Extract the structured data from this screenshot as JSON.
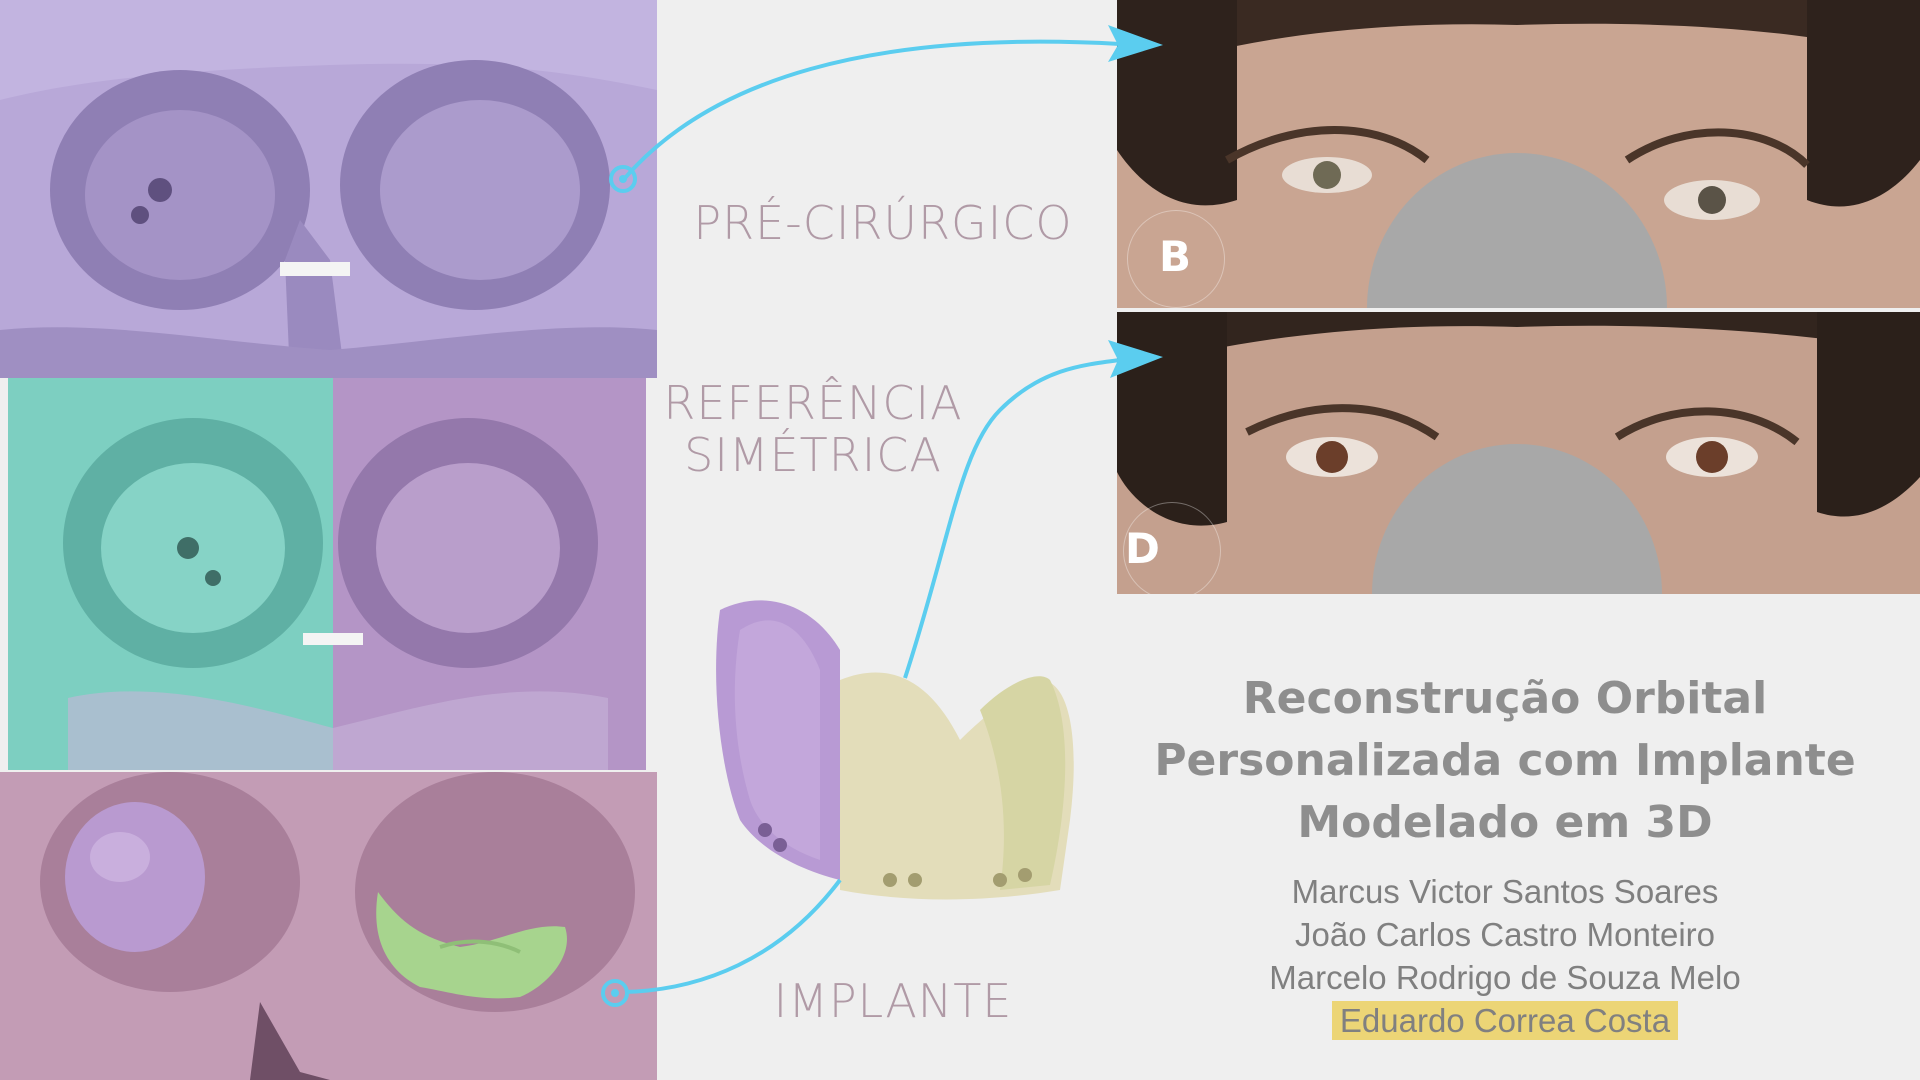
{
  "labels": {
    "pre": "PRÉ-CIRÚRGICO",
    "ref_line1": "REFERÊNCIA",
    "ref_line2": "SIMÉTRICA",
    "implant": "IMPLANTE"
  },
  "photo_letters": {
    "top": "B",
    "bottom": "D"
  },
  "title": {
    "line1": "Reconstrução Orbital",
    "line2": "Personalizada com Implante",
    "line3": "Modelado em 3D"
  },
  "authors": [
    "Marcus Victor Santos Soares",
    "João Carlos Castro Monteiro",
    "Marcelo Rodrigo de Souza Melo",
    "Eduardo Correa Costa"
  ],
  "colors": {
    "arrow": "#5bcdef",
    "label": "#b09aa6",
    "title": "#8e8e8e",
    "highlight": "#ecd576",
    "skull_purple": "#a898c8",
    "skull_teal": "#7cc9bd",
    "implant_green": "#a8d28c",
    "implant_cream": "#dcd8b0",
    "redaction_gray": "#a8a8a8"
  }
}
